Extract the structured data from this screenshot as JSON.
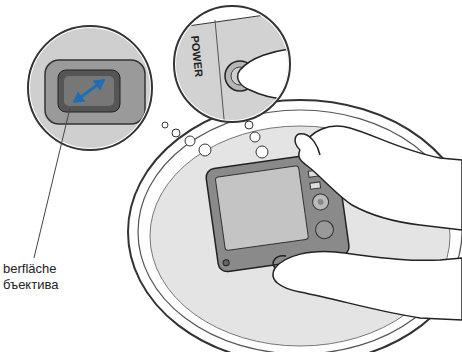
{
  "diagram": {
    "labels": [
      "POWER",
      "berfläche",
      "бъектива"
    ]
  }
}
